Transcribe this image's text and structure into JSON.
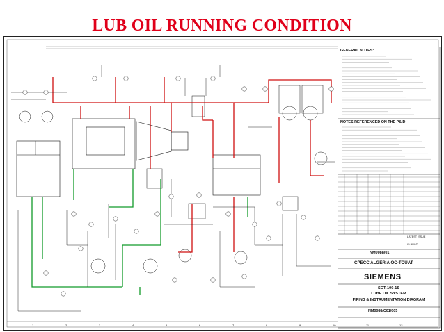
{
  "slide": {
    "title": "LUB OIL RUNNING CONDITION"
  },
  "notes": {
    "general_header": "GENERAL NOTES:",
    "references_header": "NOTES REFERENCED ON THE P&ID"
  },
  "title_block": {
    "client": "CPECC ALGERIA OC-TOUAT",
    "company": "SIEMENS",
    "drawing_title_1": "SGT-100-1S",
    "drawing_title_2": "LUBE OIL SYSTEM",
    "drawing_title_3": "PIPING & INSTRUMENTATION DIAGRAM",
    "order_no": "NM0088/01",
    "drawing_no": "NM0088/C01/005",
    "latest_issue": "LATEST ISSUE",
    "is_built": "IS BUILT"
  },
  "legend_colors": {
    "running_oil_line": "#d01010",
    "return_drain_line": "#129a2a",
    "title_color": "#e0001a"
  },
  "grid_columns": [
    "1",
    "2",
    "3",
    "4",
    "5",
    "6",
    "7",
    "8",
    "9",
    "10",
    "11",
    "12"
  ]
}
